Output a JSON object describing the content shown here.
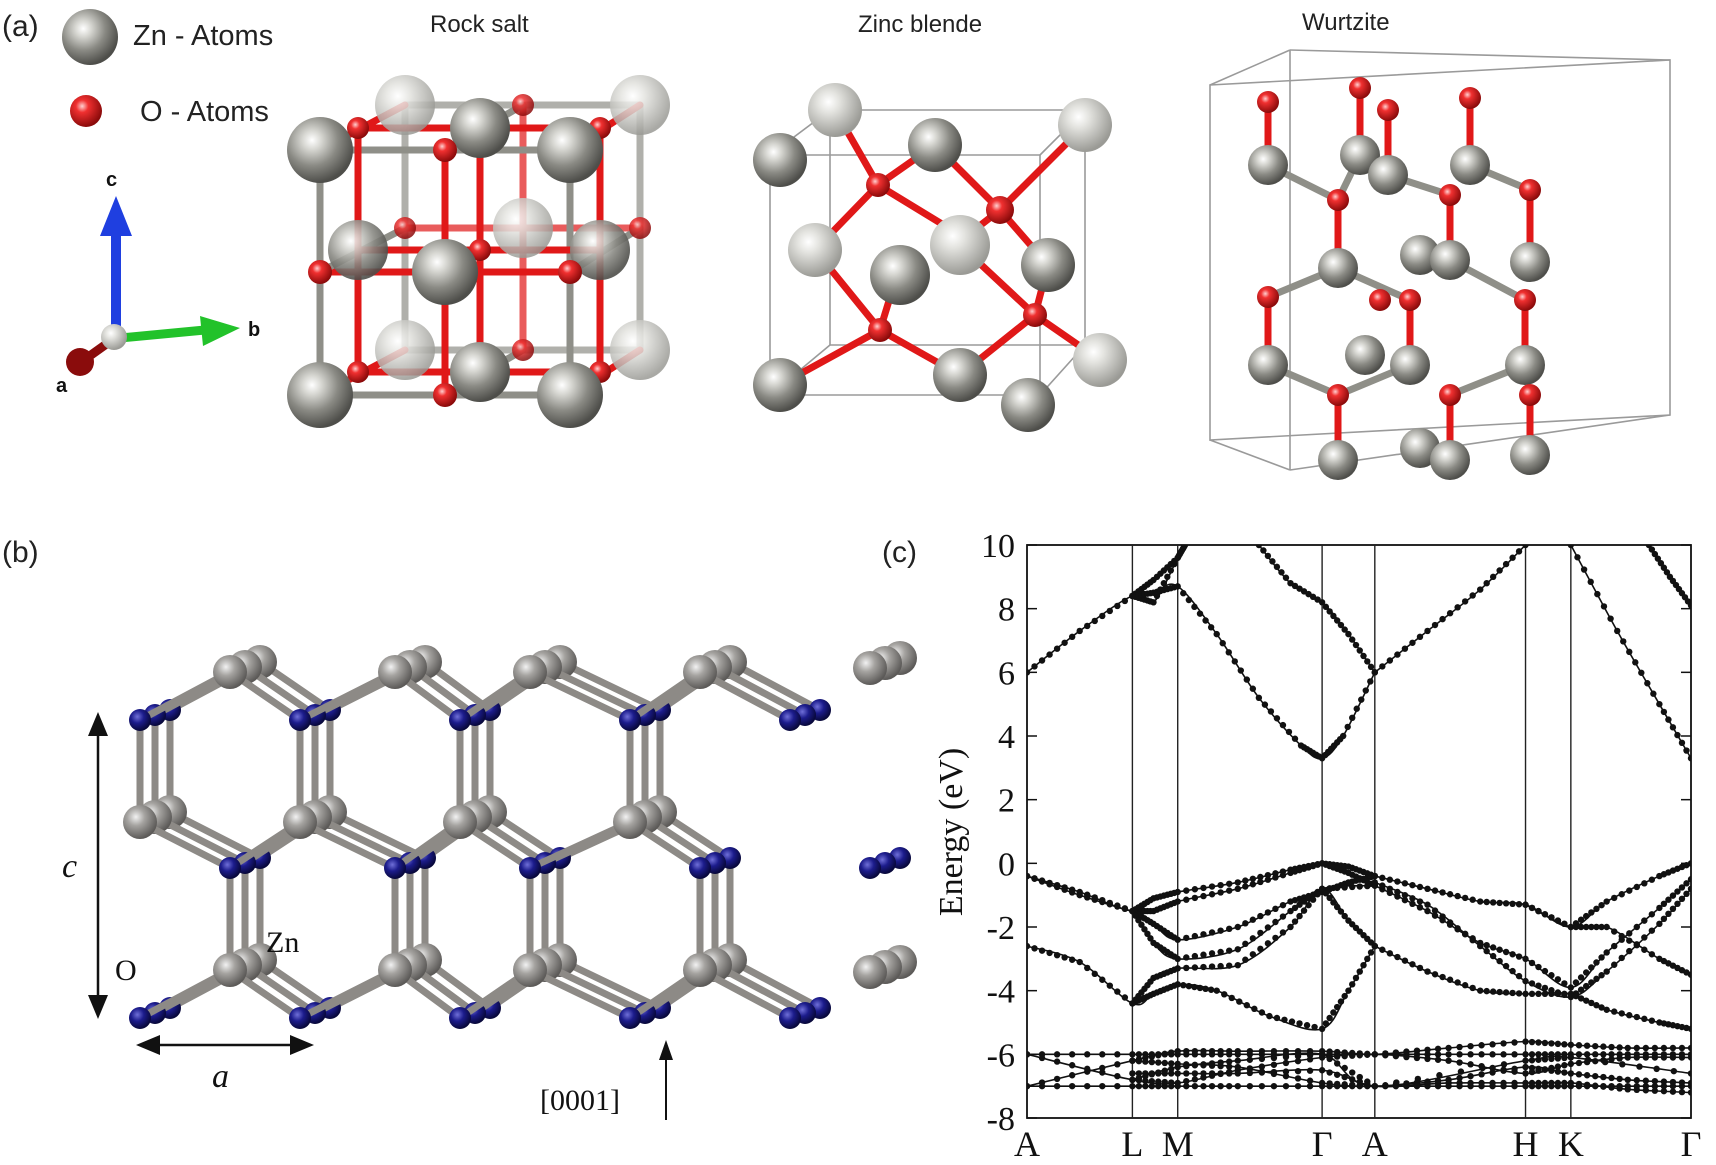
{
  "panel_a": {
    "label": "(a)",
    "legend": {
      "zn": "Zn - Atoms",
      "o": "O - Atoms"
    },
    "axes": {
      "c": "c",
      "a": "a",
      "b": "b"
    },
    "structures": [
      "Rock salt",
      "Zinc blende",
      "Wurtzite"
    ]
  },
  "panel_b": {
    "label": "(b)",
    "zn_label": "Zn",
    "o_label": "O",
    "c_label": "c",
    "a_label": "a",
    "direction": "[0001]"
  },
  "panel_c": {
    "label": "(c)"
  },
  "colors": {
    "zn": "#8c8c86",
    "o": "#e01818",
    "o_b": "#1c1c8c",
    "bond": "#8f8f88"
  },
  "chart_data": {
    "type": "line",
    "title": "",
    "xlabel": "",
    "ylabel": "Energy (eV)",
    "ylim": [
      -8,
      10
    ],
    "yticks": [
      10,
      8,
      6,
      4,
      2,
      0,
      -2,
      -4,
      -6,
      -8
    ],
    "ytick_labels": [
      "10",
      "8",
      "6",
      "4",
      "2",
      "0",
      "-2",
      "-4",
      "-6",
      "-8"
    ],
    "kpoints": [
      {
        "label": "A",
        "x": 0
      },
      {
        "label": "L",
        "x": 1
      },
      {
        "label": "M",
        "x": 1.43
      },
      {
        "label": "Γ",
        "x": 2.8
      },
      {
        "label": "A",
        "x": 3.3
      },
      {
        "label": "H",
        "x": 4.73
      },
      {
        "label": "K",
        "x": 5.16
      },
      {
        "label": "Γ",
        "x": 6.3
      }
    ],
    "bands": [
      {
        "name": "",
        "x": [
          0,
          0.5,
          1,
          1.2,
          1.43
        ],
        "y": [
          6.0,
          7.3,
          8.4,
          8.2,
          9.6
        ]
      },
      {
        "name": "",
        "x": [
          1,
          1.2,
          1.43,
          1.5
        ],
        "y": [
          8.4,
          8.9,
          9.6,
          10
        ]
      },
      {
        "name": "",
        "x": [
          1,
          1.2,
          1.43,
          1.8,
          2.2,
          2.6,
          2.8,
          3.0,
          3.3
        ],
        "y": [
          8.4,
          8.5,
          8.7,
          7.2,
          5.2,
          3.7,
          3.3,
          4.0,
          6.0
        ]
      },
      {
        "name": "",
        "x": [
          2.2,
          2.5,
          2.8,
          3.05,
          3.3
        ],
        "y": [
          10,
          8.8,
          8.2,
          7.2,
          6.0
        ]
      },
      {
        "name": "",
        "x": [
          3.3,
          3.8,
          4.3,
          4.73
        ],
        "y": [
          6.0,
          7.3,
          8.6,
          10
        ]
      },
      {
        "name": "",
        "x": [
          5.16,
          5.6,
          6.0,
          6.3
        ],
        "y": [
          10,
          7.3,
          5.0,
          3.3
        ]
      },
      {
        "name": "",
        "x": [
          5.9,
          6.1,
          6.3
        ],
        "y": [
          10,
          9.0,
          8.1
        ]
      },
      {
        "name": "",
        "x": [
          0,
          0.5,
          1,
          1.2,
          1.43,
          2.0,
          2.5,
          2.8,
          3.05,
          3.3
        ],
        "y": [
          -0.4,
          -0.9,
          -1.5,
          -1.1,
          -0.9,
          -0.6,
          -0.2,
          0.0,
          -0.1,
          -0.4
        ]
      },
      {
        "name": "",
        "x": [
          0,
          0.5,
          1,
          1.2,
          1.43,
          2.0,
          2.5,
          2.8,
          3.05,
          3.3
        ],
        "y": [
          -0.4,
          -1.0,
          -1.5,
          -1.5,
          -1.2,
          -0.8,
          -0.3,
          0.0,
          -0.3,
          -0.7
        ]
      },
      {
        "name": "",
        "x": [
          1,
          1.2,
          1.43,
          2.0,
          2.5,
          2.8,
          3.05,
          3.3
        ],
        "y": [
          -1.5,
          -1.9,
          -2.4,
          -2.0,
          -1.2,
          -0.9,
          -0.6,
          -0.4
        ]
      },
      {
        "name": "",
        "x": [
          1,
          1.2,
          1.43,
          2.0,
          2.5,
          2.8,
          3.3
        ],
        "y": [
          -1.5,
          -2.5,
          -3.0,
          -2.7,
          -1.5,
          -0.8,
          -0.7
        ]
      },
      {
        "name": "",
        "x": [
          0,
          0.5,
          1,
          1.2,
          1.43,
          1.8,
          2.3,
          2.8,
          3.05,
          3.3
        ],
        "y": [
          -2.6,
          -3.1,
          -4.4,
          -4.1,
          -3.8,
          -4.0,
          -4.8,
          -5.2,
          -4.0,
          -2.6
        ]
      },
      {
        "name": "",
        "x": [
          1,
          1.2,
          1.43,
          2.0,
          2.5,
          2.8,
          3.05,
          3.3
        ],
        "y": [
          -4.4,
          -3.6,
          -3.3,
          -3.2,
          -2.0,
          -0.8,
          -1.8,
          -2.6
        ]
      },
      {
        "name": "",
        "x": [
          3.3,
          3.8,
          4.3,
          4.73,
          5.16,
          5.5,
          6.0,
          6.3
        ],
        "y": [
          -0.4,
          -0.8,
          -1.2,
          -1.3,
          -2.0,
          -1.2,
          -0.4,
          0.0
        ]
      },
      {
        "name": "",
        "x": [
          3.3,
          3.8,
          4.3,
          4.73,
          5.16,
          5.5,
          6.0,
          6.3
        ],
        "y": [
          -0.7,
          -1.5,
          -2.5,
          -3.0,
          -3.9,
          -2.8,
          -1.4,
          -0.5
        ]
      },
      {
        "name": "",
        "x": [
          3.3,
          3.8,
          4.3,
          4.73,
          5.16,
          5.5,
          6.0,
          6.3
        ],
        "y": [
          -0.6,
          -1.3,
          -2.6,
          -3.7,
          -4.2,
          -3.4,
          -1.9,
          -0.8
        ]
      },
      {
        "name": "",
        "x": [
          3.3,
          3.8,
          4.3,
          4.73,
          5.16,
          5.5,
          6.0,
          6.3
        ],
        "y": [
          -2.6,
          -3.4,
          -4.0,
          -4.1,
          -4.1,
          -4.6,
          -5.0,
          -5.2
        ]
      },
      {
        "name": "",
        "x": [
          4.73,
          5.16,
          5.5,
          6.0,
          6.3
        ],
        "y": [
          -1.3,
          -2.0,
          -2.0,
          -3.0,
          -3.5
        ]
      },
      {
        "name": "",
        "x": [
          0,
          1,
          1.43,
          2.0,
          2.8,
          3.3,
          4.0,
          4.73,
          5.16,
          5.7,
          6.3
        ],
        "y": [
          -6.0,
          -6.0,
          -6.0,
          -6.0,
          -6.0,
          -6.0,
          -6.0,
          -6.0,
          -6.0,
          -6.0,
          -6.0
        ]
      },
      {
        "name": "",
        "x": [
          0,
          1,
          1.43,
          2.0,
          2.8,
          3.3,
          4.0,
          4.73,
          5.16,
          5.7,
          6.3
        ],
        "y": [
          -7.0,
          -7.0,
          -7.0,
          -7.0,
          -7.0,
          -7.0,
          -7.0,
          -7.0,
          -7.0,
          -7.0,
          -7.0
        ]
      },
      {
        "name": "",
        "x": [
          0,
          1,
          1.43,
          2.0,
          2.8,
          3.3,
          4.0,
          4.73,
          5.16,
          5.7,
          6.3
        ],
        "y": [
          -7.0,
          -6.2,
          -5.9,
          -5.9,
          -5.9,
          -6.0,
          -5.8,
          -5.6,
          -5.7,
          -5.8,
          -5.8
        ]
      },
      {
        "name": "",
        "x": [
          0,
          1,
          1.43,
          2.0,
          2.8,
          3.3,
          4.0,
          4.73,
          5.16,
          5.7,
          6.3
        ],
        "y": [
          -6.0,
          -6.8,
          -6.9,
          -6.5,
          -6.1,
          -6.0,
          -6.2,
          -6.6,
          -6.3,
          -6.1,
          -6.1
        ]
      },
      {
        "name": "",
        "x": [
          1,
          1.43,
          2.0,
          2.8,
          3.3,
          4.0,
          4.73,
          5.16,
          5.7,
          6.3
        ],
        "y": [
          -6.2,
          -6.3,
          -6.4,
          -6.9,
          -7.0,
          -6.8,
          -6.4,
          -6.6,
          -6.8,
          -6.9
        ]
      },
      {
        "name": "",
        "x": [
          1,
          1.43,
          2.0,
          2.8,
          3.3,
          4.0,
          4.73,
          5.16,
          5.7,
          6.3
        ],
        "y": [
          -6.6,
          -6.6,
          -6.6,
          -6.5,
          -7.0,
          -6.9,
          -6.9,
          -6.9,
          -7.1,
          -7.2
        ]
      },
      {
        "name": "",
        "x": [
          1,
          1.43,
          2.0,
          2.8,
          3.3,
          4.73,
          5.16,
          6.3
        ],
        "y": [
          -6.8,
          -6.4,
          -6.2,
          -6.0,
          -7.0,
          -6.2,
          -6.1,
          -6.6
        ]
      }
    ]
  }
}
